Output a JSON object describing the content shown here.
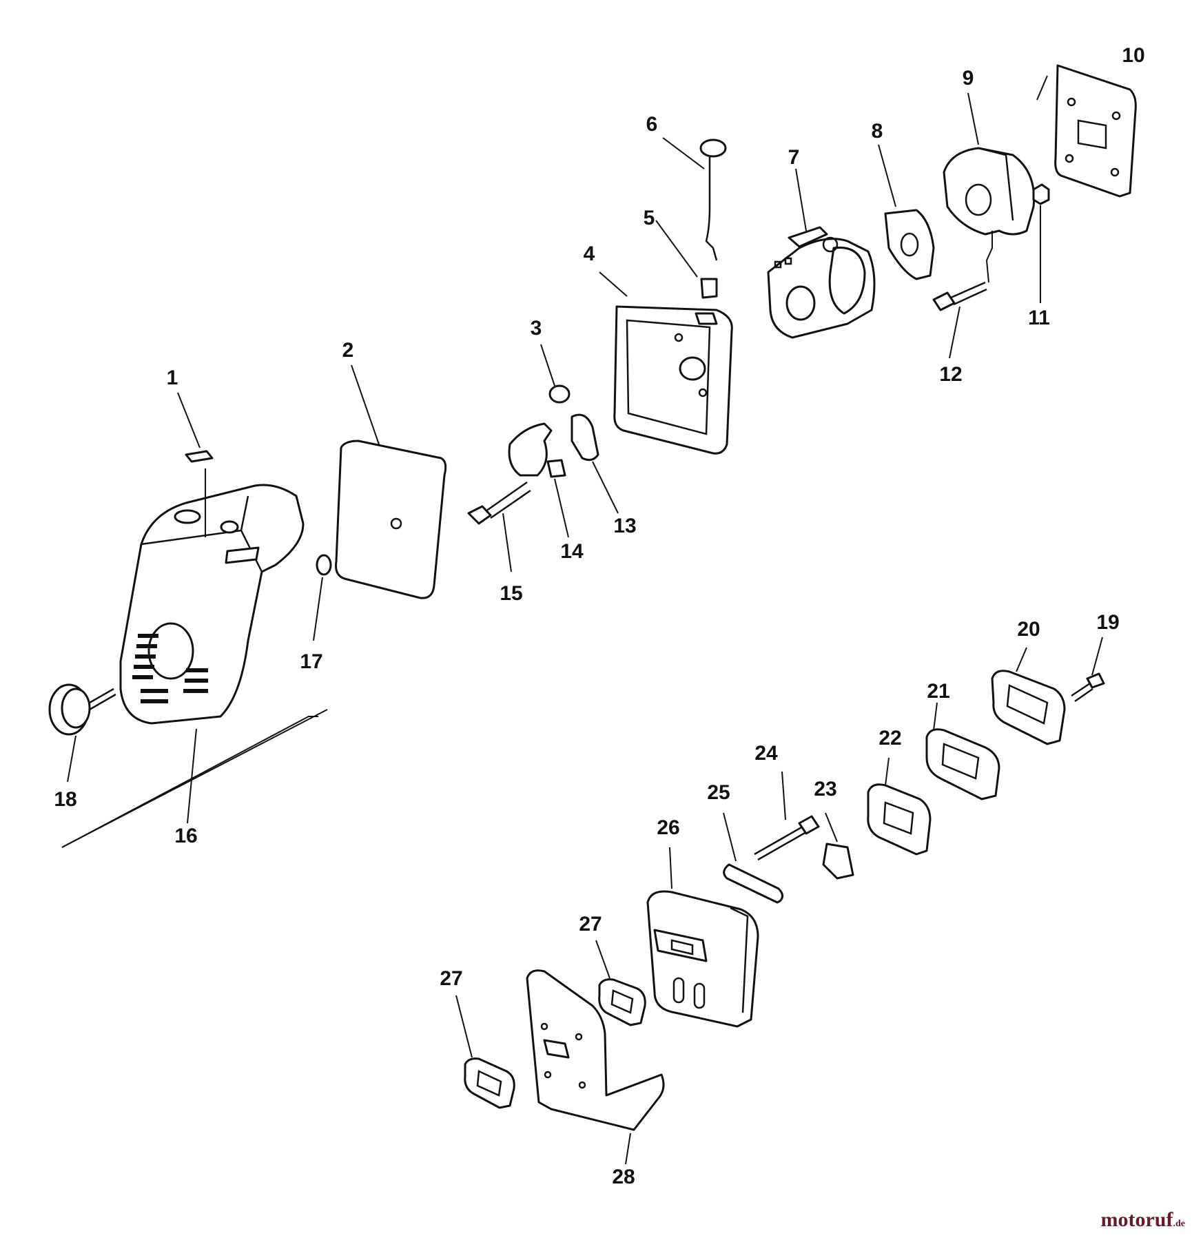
{
  "diagram": {
    "labels": {
      "l1": "1",
      "l2": "2",
      "l3": "3",
      "l4": "4",
      "l5": "5",
      "l6": "6",
      "l7": "7",
      "l8": "8",
      "l9": "9",
      "l10": "10",
      "l11": "11",
      "l12": "12",
      "l13": "13",
      "l14": "14",
      "l15": "15",
      "l16": "16",
      "l17": "17",
      "l18": "18",
      "l19": "19",
      "l20": "20",
      "l21": "21",
      "l22": "22",
      "l23": "23",
      "l24": "24",
      "l25": "25",
      "l26": "26",
      "l27a": "27",
      "l27b": "27",
      "l28": "28"
    }
  },
  "watermark": {
    "name": "motoruf",
    "tld": ".de"
  }
}
